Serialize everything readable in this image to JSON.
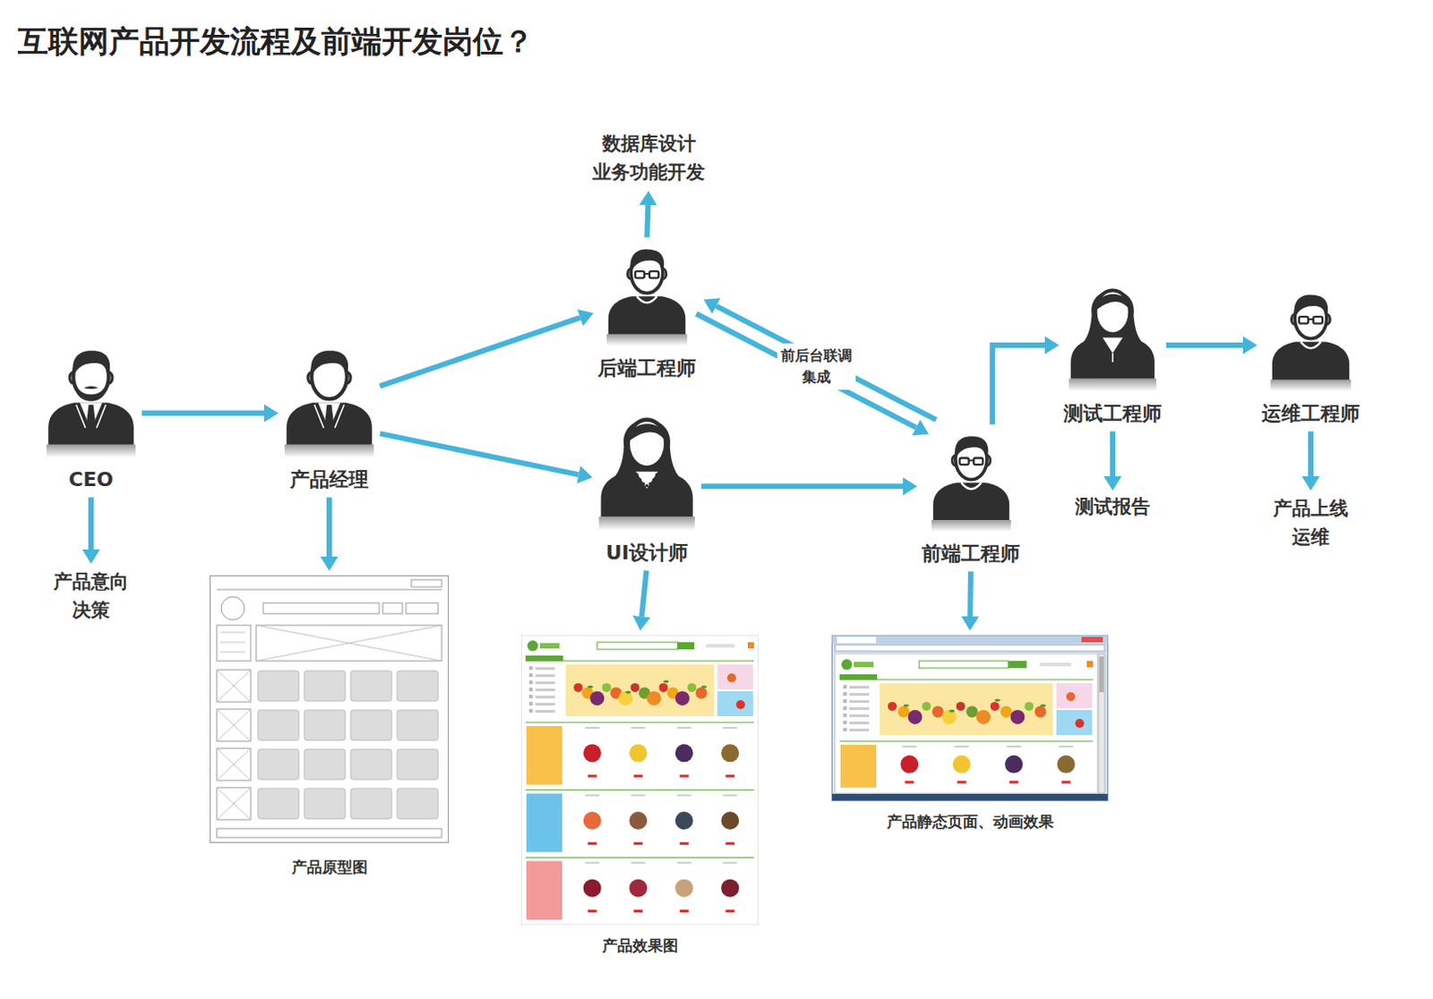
{
  "diagram": {
    "title": "互联网产品开发流程及前端开发岗位？",
    "nodes": [
      {
        "text": [
          "CEO"
        ]
      },
      {
        "text": [
          "产品意向 决策"
        ]
      },
      {
        "text": [
          "产品经理"
        ]
      },
      {
        "text": [
          "产品原型图"
        ]
      },
      {
        "text": [
          "数据库设计 业务功能开发"
        ]
      },
      {
        "text": [
          "后端工程师"
        ]
      },
      {
        "text": [
          "UI设计师"
        ]
      },
      {
        "text": [
          "产品效果图"
        ]
      },
      {
        "text": [
          "前端工程师"
        ]
      },
      {
        "text": [
          "产品静态页面、动画效果"
        ]
      },
      {
        "text": [
          "测试工程师"
        ]
      },
      {
        "text": [
          "测试报告"
        ]
      },
      {
        "text": [
          "运维工程师"
        ]
      },
      {
        "text": [
          "产品上线 运维"
        ]
      }
    ],
    "edges": [
      {
        "from": 0,
        "to": 2,
        "arrow": "to"
      },
      {
        "from": 2,
        "to": 5,
        "arrow": "to"
      },
      {
        "from": 2,
        "to": 6,
        "arrow": "to"
      },
      {
        "from": 6,
        "to": 8,
        "arrow": "to"
      },
      {
        "from": 5,
        "to": 8,
        "label": "前后台联调 集成",
        "arrow": "both"
      },
      {
        "from": 8,
        "to": 10,
        "arrow": "to"
      },
      {
        "from": 10,
        "to": 12,
        "arrow": "to"
      },
      {
        "from": 0,
        "to": 1,
        "arrow": "to"
      },
      {
        "from": 2,
        "to": 3,
        "arrow": "to"
      },
      {
        "from": 5,
        "to": 4,
        "arrow": "to"
      },
      {
        "from": 6,
        "to": 7,
        "arrow": "to"
      },
      {
        "from": 8,
        "to": 9,
        "arrow": "to"
      },
      {
        "from": 10,
        "to": 11,
        "arrow": "to"
      },
      {
        "from": 12,
        "to": 13,
        "arrow": "to"
      }
    ]
  }
}
